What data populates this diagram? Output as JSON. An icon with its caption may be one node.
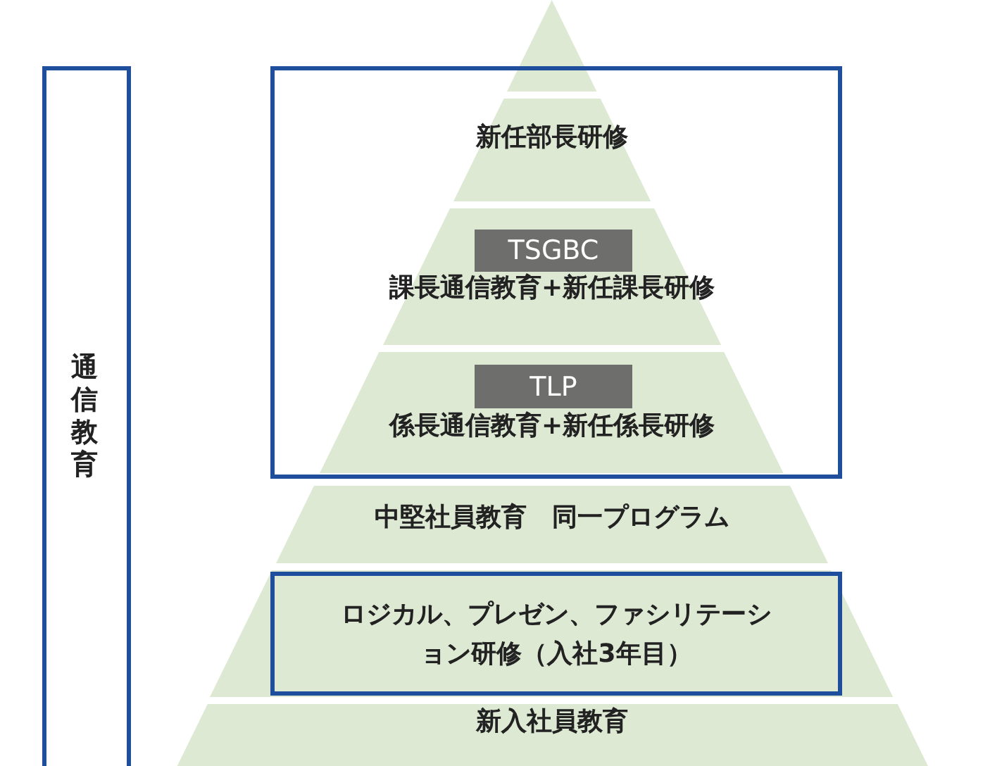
{
  "diagram": {
    "nodes": [
      {
        "text": [
          "通信教育"
        ]
      },
      {
        "text": [],
        "shape": "box"
      },
      {
        "text": [],
        "shape": "triangle"
      },
      {
        "text": [
          "新任部長研修"
        ],
        "in": 1
      },
      {
        "text": [
          "課長通信教育+新任課長研修"
        ],
        "in": 1
      },
      {
        "text": [
          "TSGBC"
        ],
        "in": 4
      },
      {
        "text": [
          "係長通信教育+新任係長研修"
        ],
        "in": 1
      },
      {
        "text": [
          "TLP"
        ],
        "in": 6
      },
      {
        "text": [
          "中堅社員教育　同一プログラム"
        ]
      },
      {
        "text": [
          "ロジカル、プレゼン、ファシリテーション研修（入社3年目）"
        ]
      },
      {
        "text": [
          "新入社員教育"
        ]
      }
    ],
    "edges": []
  }
}
